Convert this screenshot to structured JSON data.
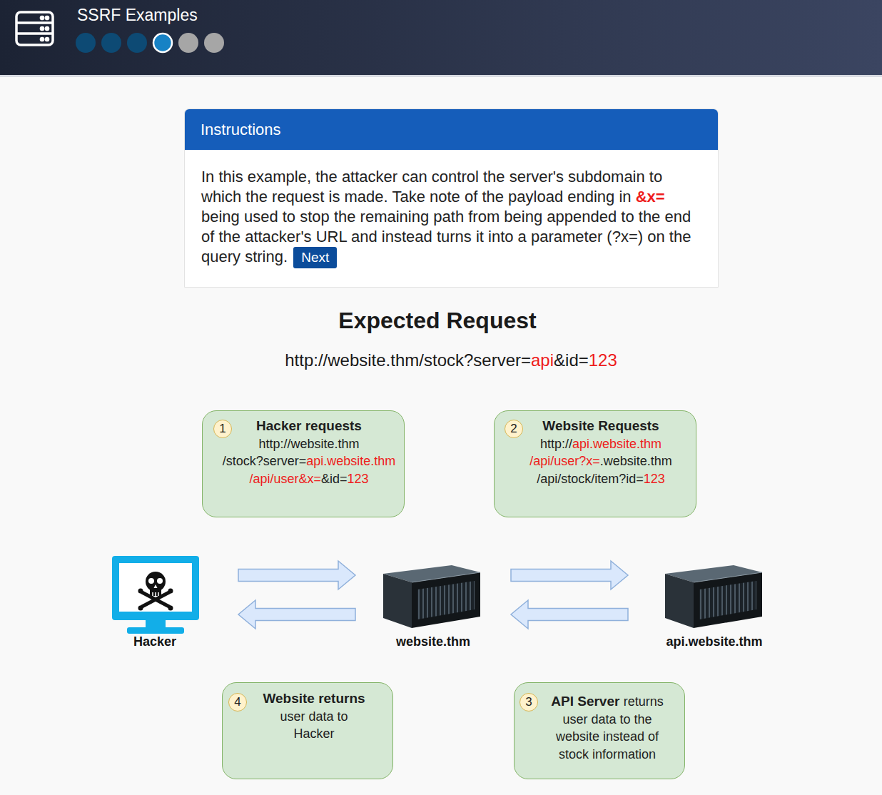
{
  "diagram": {
    "title": "SSRF Examples",
    "nodes": [
      {
        "text": [
          "Instructions",
          "In this example, the attacker can control the server's subdomain to which the request is made. Take note of the payload ending in",
          "&x=",
          "being used to stop the remaining path from being appended to the end of the attacker's URL and instead turns it into a parameter (?x=) on the query string."
        ]
      },
      {
        "text": [
          "Next"
        ],
        "in": 0
      },
      {
        "text": [
          "Hacker requests",
          "http://website.thm",
          "/stock?server=",
          "api.website.thm",
          "/api/user&x=",
          "&id=",
          "123"
        ]
      },
      {
        "text": [
          "1"
        ],
        "in": 2
      },
      {
        "text": [
          "Website Requests",
          "http://",
          "api.website.thm",
          "/api/user?x=",
          ".website.thm",
          "/api/stock/item?id=",
          "123"
        ]
      },
      {
        "text": [
          "2"
        ],
        "in": 4
      },
      {
        "text": [
          "Hacker"
        ]
      },
      {
        "text": [
          "website.thm"
        ]
      },
      {
        "text": [
          "api.website.thm"
        ]
      },
      {
        "text": [
          "Website returns",
          "user data to Hacker"
        ]
      },
      {
        "text": [
          "4"
        ],
        "in": 9
      },
      {
        "text": [
          "API Server",
          "returns user data to the website instead of stock information"
        ]
      },
      {
        "text": [
          "3"
        ],
        "in": 11
      }
    ],
    "edges": [
      {
        "from": 6,
        "to": 7,
        "arrow": "to"
      },
      {
        "from": 7,
        "to": 6,
        "arrow": "to"
      },
      {
        "from": 7,
        "to": 8,
        "arrow": "to"
      },
      {
        "from": 8,
        "to": 7,
        "arrow": "to"
      }
    ],
    "labels": [
      "Expected Request",
      "http://website.thm/stock?server=",
      "api",
      "&id=",
      "123"
    ]
  }
}
